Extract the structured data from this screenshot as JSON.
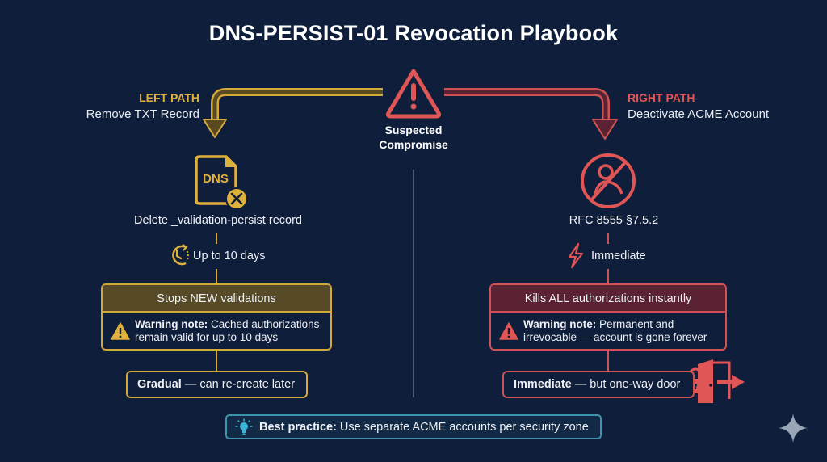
{
  "title": "DNS-PERSIST-01 Revocation Playbook",
  "colors": {
    "background": "#0f1e3a",
    "left_accent": "#e0b13a",
    "right_accent": "#e05555",
    "best_practice_accent": "#3c93ad"
  },
  "center": {
    "icon": "warning-triangle-icon",
    "label_line1": "Suspected",
    "label_line2": "Compromise"
  },
  "left_path": {
    "heading": "LEFT PATH",
    "subheading": "Remove TXT Record",
    "icon": "dns-file-delete-icon",
    "icon_text": "DNS",
    "step": "Delete _validation-persist record",
    "timing_icon": "clock-refresh-icon",
    "timing": "Up to 10 days",
    "card_title": "Stops NEW validations",
    "warning_label": "Warning note:",
    "warning_line1": " Cached authorizations",
    "warning_line2": "remain valid for up to 10 days",
    "result_bold": "Gradual",
    "result_rest": " — can re-create later"
  },
  "right_path": {
    "heading": "RIGHT PATH",
    "subheading": "Deactivate ACME Account",
    "icon": "user-blocked-icon",
    "step": "RFC 8555 §7.5.2",
    "timing_icon": "lightning-icon",
    "timing": "Immediate",
    "card_title": "Kills ALL authorizations instantly",
    "warning_label": "Warning note:",
    "warning_line1": " Permanent and",
    "warning_line2": "irrevocable — account is gone forever",
    "result_bold": "Immediate",
    "result_rest": " — but one-way door",
    "result_icon": "locked-exit-door-icon"
  },
  "best_practice": {
    "icon": "lightbulb-icon",
    "label": "Best practice:",
    "text": " Use separate ACME accounts per security zone"
  }
}
